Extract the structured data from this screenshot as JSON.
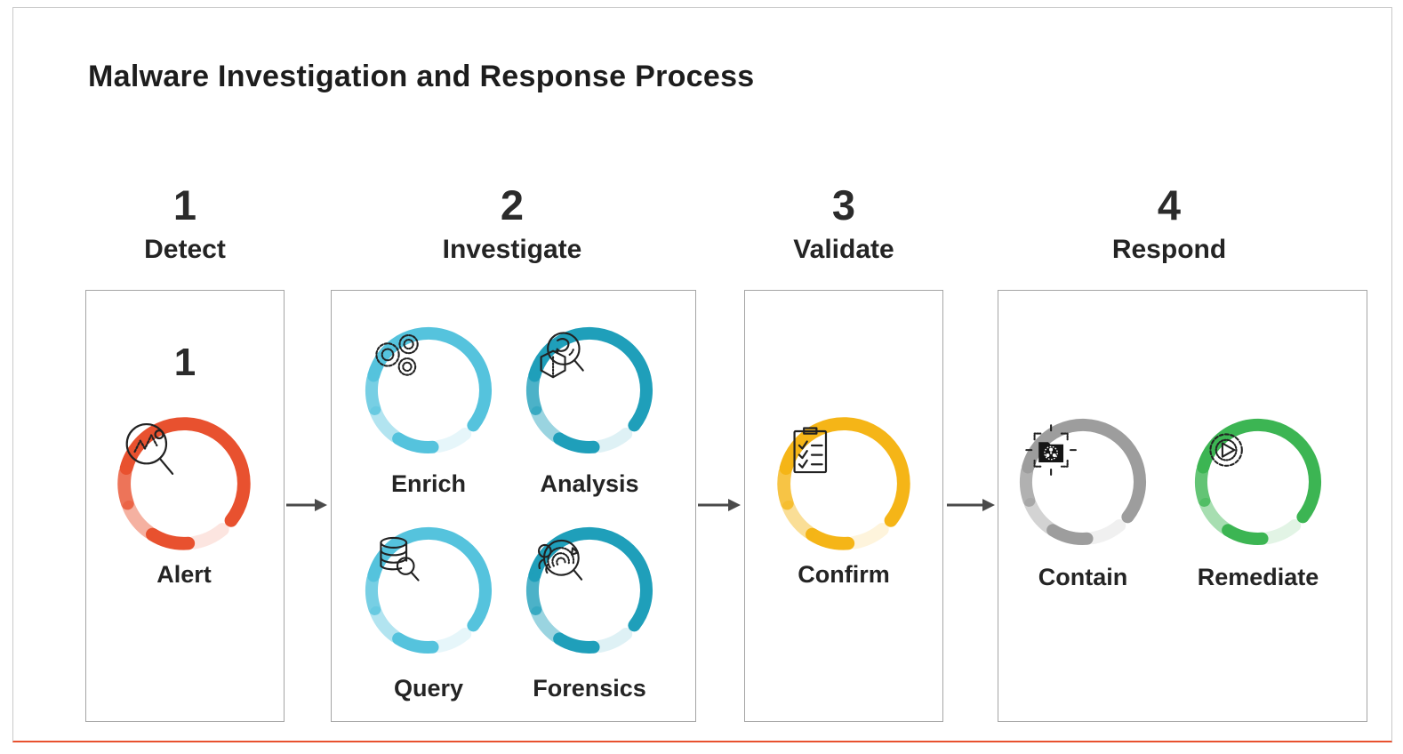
{
  "title": "Malware Investigation and Response Process",
  "accent_line_color": "#E8512F",
  "arrow_color": "#4A4A4A",
  "steps": [
    {
      "number": "1",
      "label": "Detect",
      "badge": "1",
      "items": [
        {
          "label": "Alert",
          "color": "#E8512F",
          "icon": "magnifier-waveform-icon"
        }
      ]
    },
    {
      "number": "2",
      "label": "Investigate",
      "items": [
        {
          "label": "Enrich",
          "color": "#55C3DD",
          "icon": "gears-icon"
        },
        {
          "label": "Analysis",
          "color": "#1F9FBA",
          "icon": "cube-magnifier-icon"
        },
        {
          "label": "Query",
          "color": "#55C3DD",
          "icon": "database-magnifier-icon"
        },
        {
          "label": "Forensics",
          "color": "#1F9FBA",
          "icon": "fingerprint-magnifier-icon"
        }
      ]
    },
    {
      "number": "3",
      "label": "Validate",
      "items": [
        {
          "label": "Confirm",
          "color": "#F5B517",
          "icon": "clipboard-checklist-icon"
        }
      ]
    },
    {
      "number": "4",
      "label": "Respond",
      "items": [
        {
          "label": "Contain",
          "color": "#9D9D9D",
          "icon": "target-biohazard-icon"
        },
        {
          "label": "Remediate",
          "color": "#3CB553",
          "icon": "gear-play-icon"
        }
      ]
    }
  ]
}
